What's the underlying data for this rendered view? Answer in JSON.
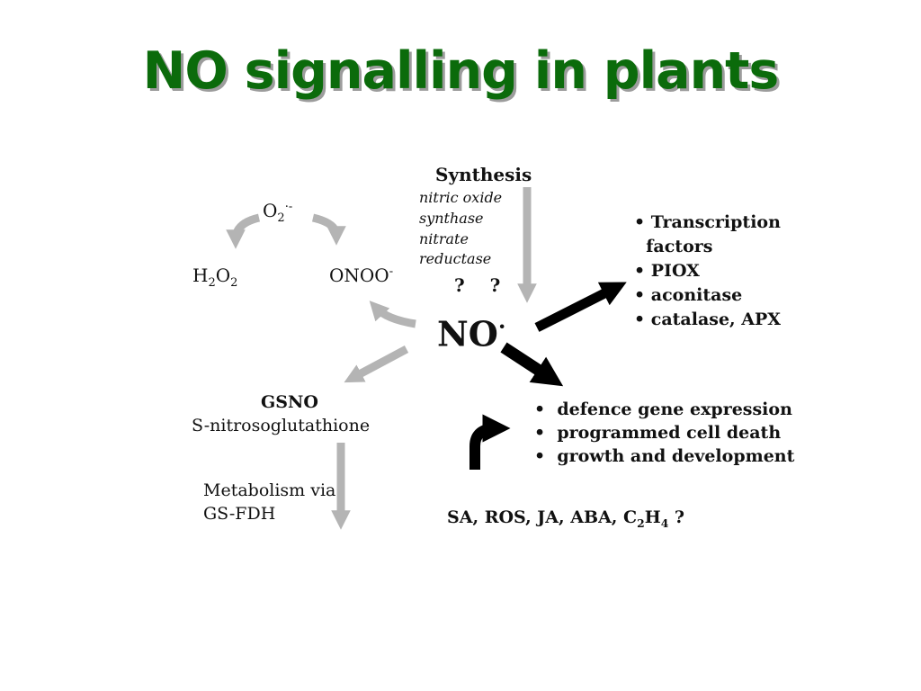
{
  "slide": {
    "title": "NO signalling in plants"
  },
  "diagram": {
    "synthesis": {
      "heading": "Synthesis",
      "lines": [
        "nitric oxide",
        "synthase",
        "nitrate",
        "reductase"
      ],
      "unknowns": "?    ?"
    },
    "superoxide": {
      "base": "O",
      "sub": "2",
      "sup": "·-"
    },
    "hydrogen_peroxide": {
      "base": "H",
      "sub1": "2",
      "mid": "O",
      "sub2": "2"
    },
    "peroxynitrite": {
      "base": "ONOO",
      "sup": "-"
    },
    "nitric_oxide": {
      "base": "NO",
      "sup": "·"
    },
    "targets": {
      "items": [
        "Transcription",
        "factors",
        "PIOX",
        "aconitase",
        "catalase, APX"
      ]
    },
    "responses": {
      "items": [
        "defence gene expression",
        "programmed cell death",
        "growth and development"
      ]
    },
    "gsno": {
      "abbr": "GSNO",
      "full": "S-nitrosoglutathione"
    },
    "metabolism": {
      "lines": [
        "Metabolism via",
        "GS-FDH"
      ]
    },
    "hormones": {
      "text": "SA, ROS, JA, ABA, C",
      "sub": "2",
      "mid": "H",
      "sub2": "4",
      "end": " ?"
    },
    "colors": {
      "title": "#0b6b0b",
      "title_shadow": "#9c9c9c",
      "grey_arrow": "#b4b4b4",
      "black_arrow": "#000000"
    }
  }
}
